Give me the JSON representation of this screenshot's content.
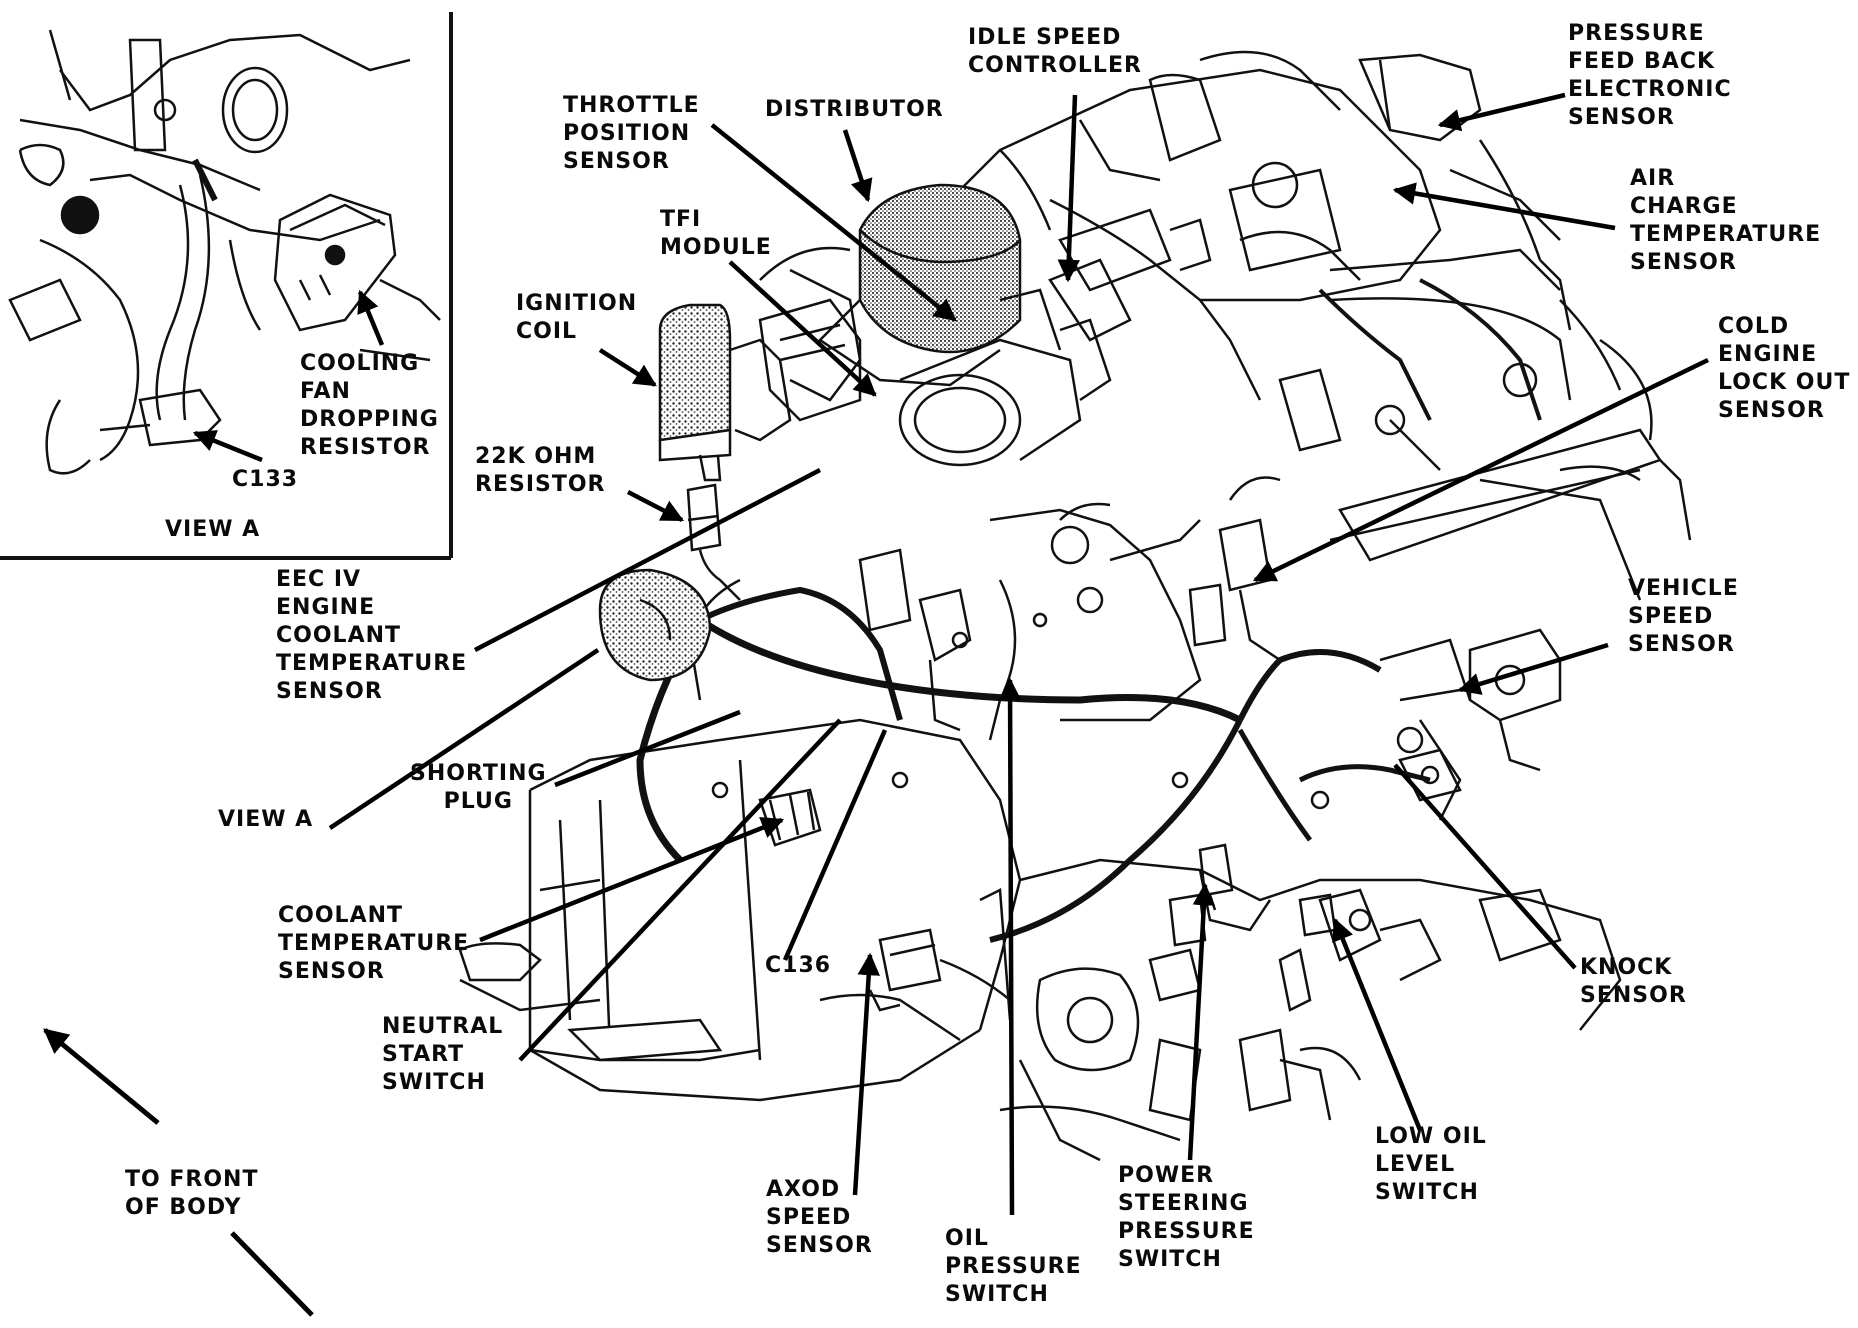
{
  "diagram": {
    "view_label": "VIEW A",
    "inset": {
      "callouts": {
        "cooling_fan_resistor": [
          "COOLING",
          "FAN",
          "DROPPING",
          "RESISTOR"
        ],
        "c133": [
          "C133"
        ]
      }
    },
    "callouts": {
      "idle_speed_controller": [
        "IDLE SPEED",
        "CONTROLLER"
      ],
      "pressure_feedback_sensor": [
        "PRESSURE",
        "FEED BACK",
        "ELECTRONIC",
        "SENSOR"
      ],
      "throttle_position_sensor": [
        "THROTTLE",
        "POSITION",
        "SENSOR"
      ],
      "distributor": [
        "DISTRIBUTOR"
      ],
      "air_charge_temp_sensor": [
        "AIR",
        "CHARGE",
        "TEMPERATURE",
        "SENSOR"
      ],
      "tfi_module": [
        "TFI",
        "MODULE"
      ],
      "ignition_coil": [
        "IGNITION",
        "COIL"
      ],
      "cold_engine_lockout_sensor": [
        "COLD",
        "ENGINE",
        "LOCK OUT",
        "SENSOR"
      ],
      "resistor_22k": [
        "22K OHM",
        "RESISTOR"
      ],
      "eec_coolant_temp_sensor": [
        "EEC IV",
        "ENGINE",
        "COOLANT",
        "TEMPERATURE",
        "SENSOR"
      ],
      "vehicle_speed_sensor": [
        "VEHICLE",
        "SPEED",
        "SENSOR"
      ],
      "shorting_plug": [
        "SHORTING",
        "PLUG"
      ],
      "view_a": [
        "VIEW A"
      ],
      "coolant_temp_sensor": [
        "COOLANT",
        "TEMPERATURE",
        "SENSOR"
      ],
      "c136": [
        "C136"
      ],
      "knock_sensor": [
        "KNOCK",
        "SENSOR"
      ],
      "neutral_start_switch": [
        "NEUTRAL",
        "START",
        "SWITCH"
      ],
      "low_oil_level_switch": [
        "LOW OIL",
        "LEVEL",
        "SWITCH"
      ],
      "to_front_of_body": [
        "TO FRONT",
        "OF BODY"
      ],
      "axod_speed_sensor": [
        "AXOD",
        "SPEED",
        "SENSOR"
      ],
      "power_steering_switch": [
        "POWER",
        "STEERING",
        "PRESSURE",
        "SWITCH"
      ],
      "oil_pressure_switch": [
        "OIL",
        "PRESSURE",
        "SWITCH"
      ]
    }
  }
}
